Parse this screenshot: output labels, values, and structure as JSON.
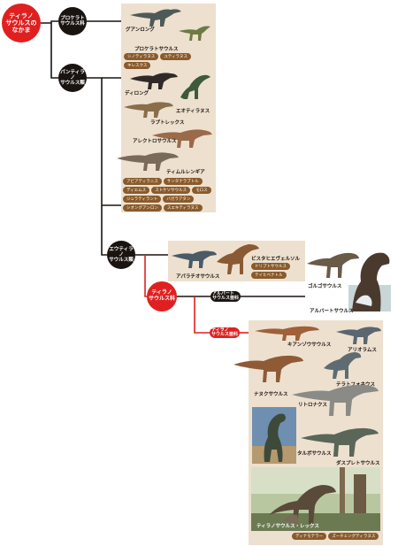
{
  "root": "ティラノ\nサウルスの\nなかま",
  "proceratosauridae": {
    "label": "プロケラト\nサウルス科",
    "species": [
      "グアンロング",
      "プロケラトサウルス"
    ],
    "tags": [
      "シノティラヌス",
      "ユティラヌス",
      "キレスクス"
    ]
  },
  "pantyrannosauria": {
    "label": "パンティラノ\nサウルス類",
    "species": [
      "ディロング",
      "エオティラヌス",
      "ラプトレックス",
      "アレクトロサウルス",
      "ティムルレンギア"
    ],
    "tags": [
      "アビアティラニス",
      "サンタナラプトル",
      "ディエムス",
      "ストケソサウルス",
      "モロス",
      "ジュラティラント",
      "バガラアタン",
      "シオングアンロン",
      "スエキティラヌス"
    ]
  },
  "eutyrannosauria": {
    "label": "エウティラノ\nサウルス類",
    "species": [
      "アパラチオサウルス",
      "ビスタヒエヴェルソル",
      "ゴルゴサウルス",
      "アルバートサウルス"
    ],
    "tags": [
      "ドリプトサウルス",
      "テイヒベナトル"
    ]
  },
  "tyrannosauridae": {
    "label": "ティラノ\nサウルス科"
  },
  "albertosaurinae": {
    "label": "アルバート\nサウルス亜科"
  },
  "tyrannosaurinae": {
    "label": "ティラノ\nサウルス亜科",
    "species": [
      "キアンゾウサウルス",
      "アリオラムス",
      "ナヌクサウルス",
      "テラトフォネウス",
      "リトロナクス",
      "タルボサウルス",
      "ダスプレトサウルス",
      "ティラノサウルス・レックス"
    ],
    "tags": [
      "ディナモテラー",
      "ズーチェングティラヌス"
    ]
  },
  "colors": {
    "red": "#e02020",
    "black": "#1a1411",
    "panel": "#ede0cf",
    "tag": "#8a5a2b"
  }
}
